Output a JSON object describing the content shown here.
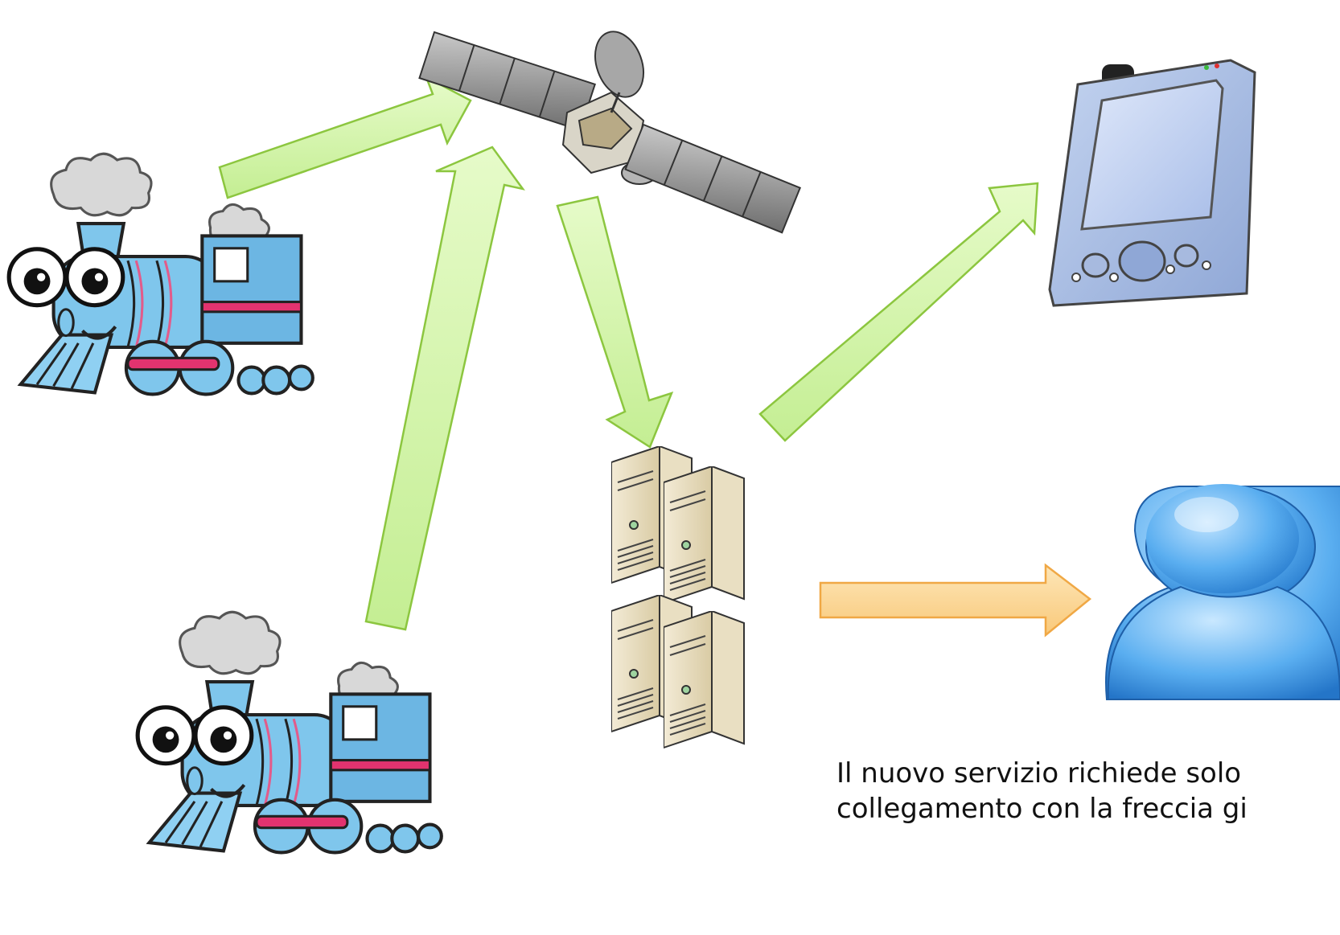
{
  "diagram": {
    "nodes": [
      {
        "id": "train-1",
        "kind": "steam-locomotive-icon"
      },
      {
        "id": "train-2",
        "kind": "steam-locomotive-icon"
      },
      {
        "id": "satellite",
        "kind": "satellite-icon"
      },
      {
        "id": "server",
        "kind": "server-rack-icon"
      },
      {
        "id": "pda",
        "kind": "pda-device-icon"
      },
      {
        "id": "user",
        "kind": "user-icon"
      }
    ],
    "edges": [
      {
        "from": "train-1",
        "to": "satellite",
        "color": "#c9f0a0"
      },
      {
        "from": "train-2",
        "to": "satellite",
        "color": "#c9f0a0"
      },
      {
        "from": "satellite",
        "to": "server",
        "color": "#c9f0a0"
      },
      {
        "from": "server",
        "to": "pda",
        "color": "#c9f0a0"
      },
      {
        "from": "server",
        "to": "user",
        "color": "#fcd79a"
      }
    ],
    "caption": {
      "line1": "Il nuovo servizio richiede solo",
      "line2": "collegamento con la freccia gi"
    }
  },
  "colors": {
    "green_arrow_fill": "#cff3a6",
    "green_arrow_stroke": "#8cc63f",
    "orange_arrow_fill": "#fcd79a",
    "orange_arrow_stroke": "#f0a845",
    "train_body": "#7fc6ec",
    "user_blue": "#4aa3e8"
  }
}
